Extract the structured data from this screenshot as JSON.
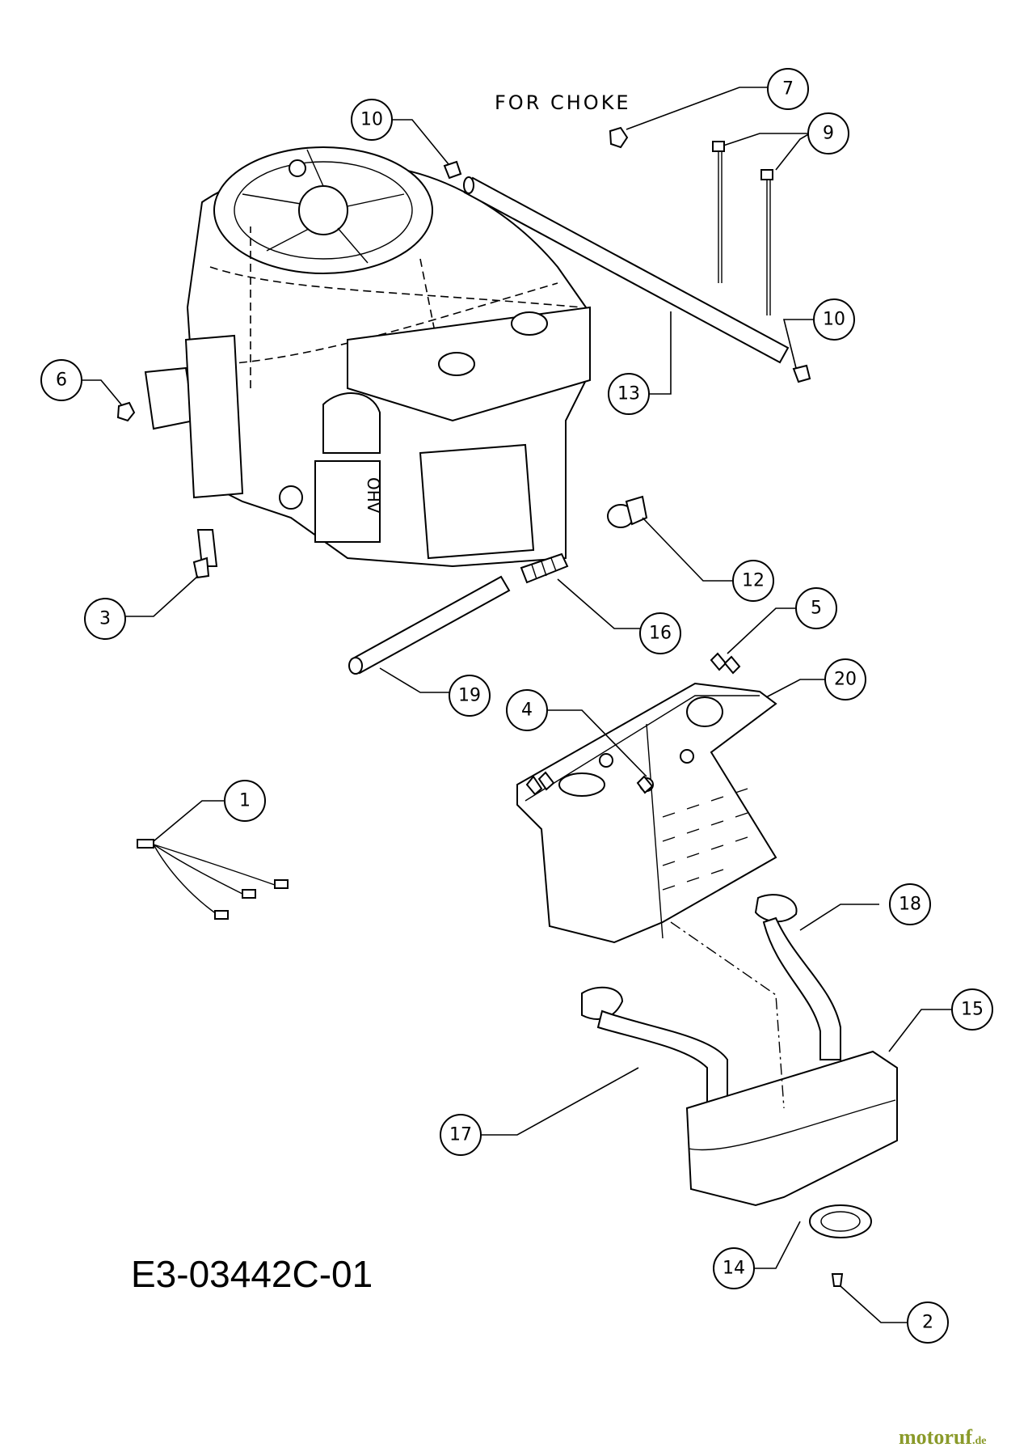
{
  "note_label": "FOR CHOKE",
  "drawing_code": "E3-03442C-01",
  "watermark": {
    "main": "motoruf",
    "tld": ".de"
  },
  "callouts": [
    {
      "id": "c1",
      "label": "1"
    },
    {
      "id": "c2",
      "label": "2"
    },
    {
      "id": "c3",
      "label": "3"
    },
    {
      "id": "c4",
      "label": "4"
    },
    {
      "id": "c5",
      "label": "5"
    },
    {
      "id": "c6",
      "label": "6"
    },
    {
      "id": "c7",
      "label": "7"
    },
    {
      "id": "c9",
      "label": "9"
    },
    {
      "id": "c10a",
      "label": "10"
    },
    {
      "id": "c10b",
      "label": "10"
    },
    {
      "id": "c12",
      "label": "12"
    },
    {
      "id": "c13",
      "label": "13"
    },
    {
      "id": "c14",
      "label": "14"
    },
    {
      "id": "c15",
      "label": "15"
    },
    {
      "id": "c16",
      "label": "16"
    },
    {
      "id": "c17",
      "label": "17"
    },
    {
      "id": "c18",
      "label": "18"
    },
    {
      "id": "c19",
      "label": "19"
    },
    {
      "id": "c20",
      "label": "20"
    }
  ],
  "colors": {
    "line": "#000000",
    "background": "#ffffff",
    "watermark": "#8a9a2a"
  }
}
